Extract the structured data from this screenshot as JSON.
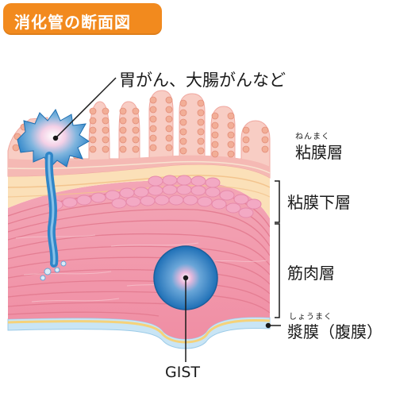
{
  "title": "消化管の断面図",
  "callouts": {
    "cancer_label": "胃がん、大腸がんなど",
    "gist_label": "GIST"
  },
  "layers": [
    {
      "ruby": "ねんまく",
      "label": "粘膜層"
    },
    {
      "ruby": "",
      "label": "粘膜下層"
    },
    {
      "ruby": "",
      "label": "筋肉層"
    },
    {
      "ruby": "しょうまく",
      "label": "漿膜（腹膜）"
    }
  ],
  "colors": {
    "title_bg": "#f28a1e",
    "mucosa": "#f7c7c4",
    "villus_cells": "#f4b7a2",
    "submucosa": "#fbe0b8",
    "submucosa_cells": "#f2a7c4",
    "muscle": "#f29aaa",
    "muscle_fiber": "#e57a8e",
    "serosa": "#c9e5f5",
    "tumor": "#2b86c8",
    "gist_core": "#ffffff"
  }
}
